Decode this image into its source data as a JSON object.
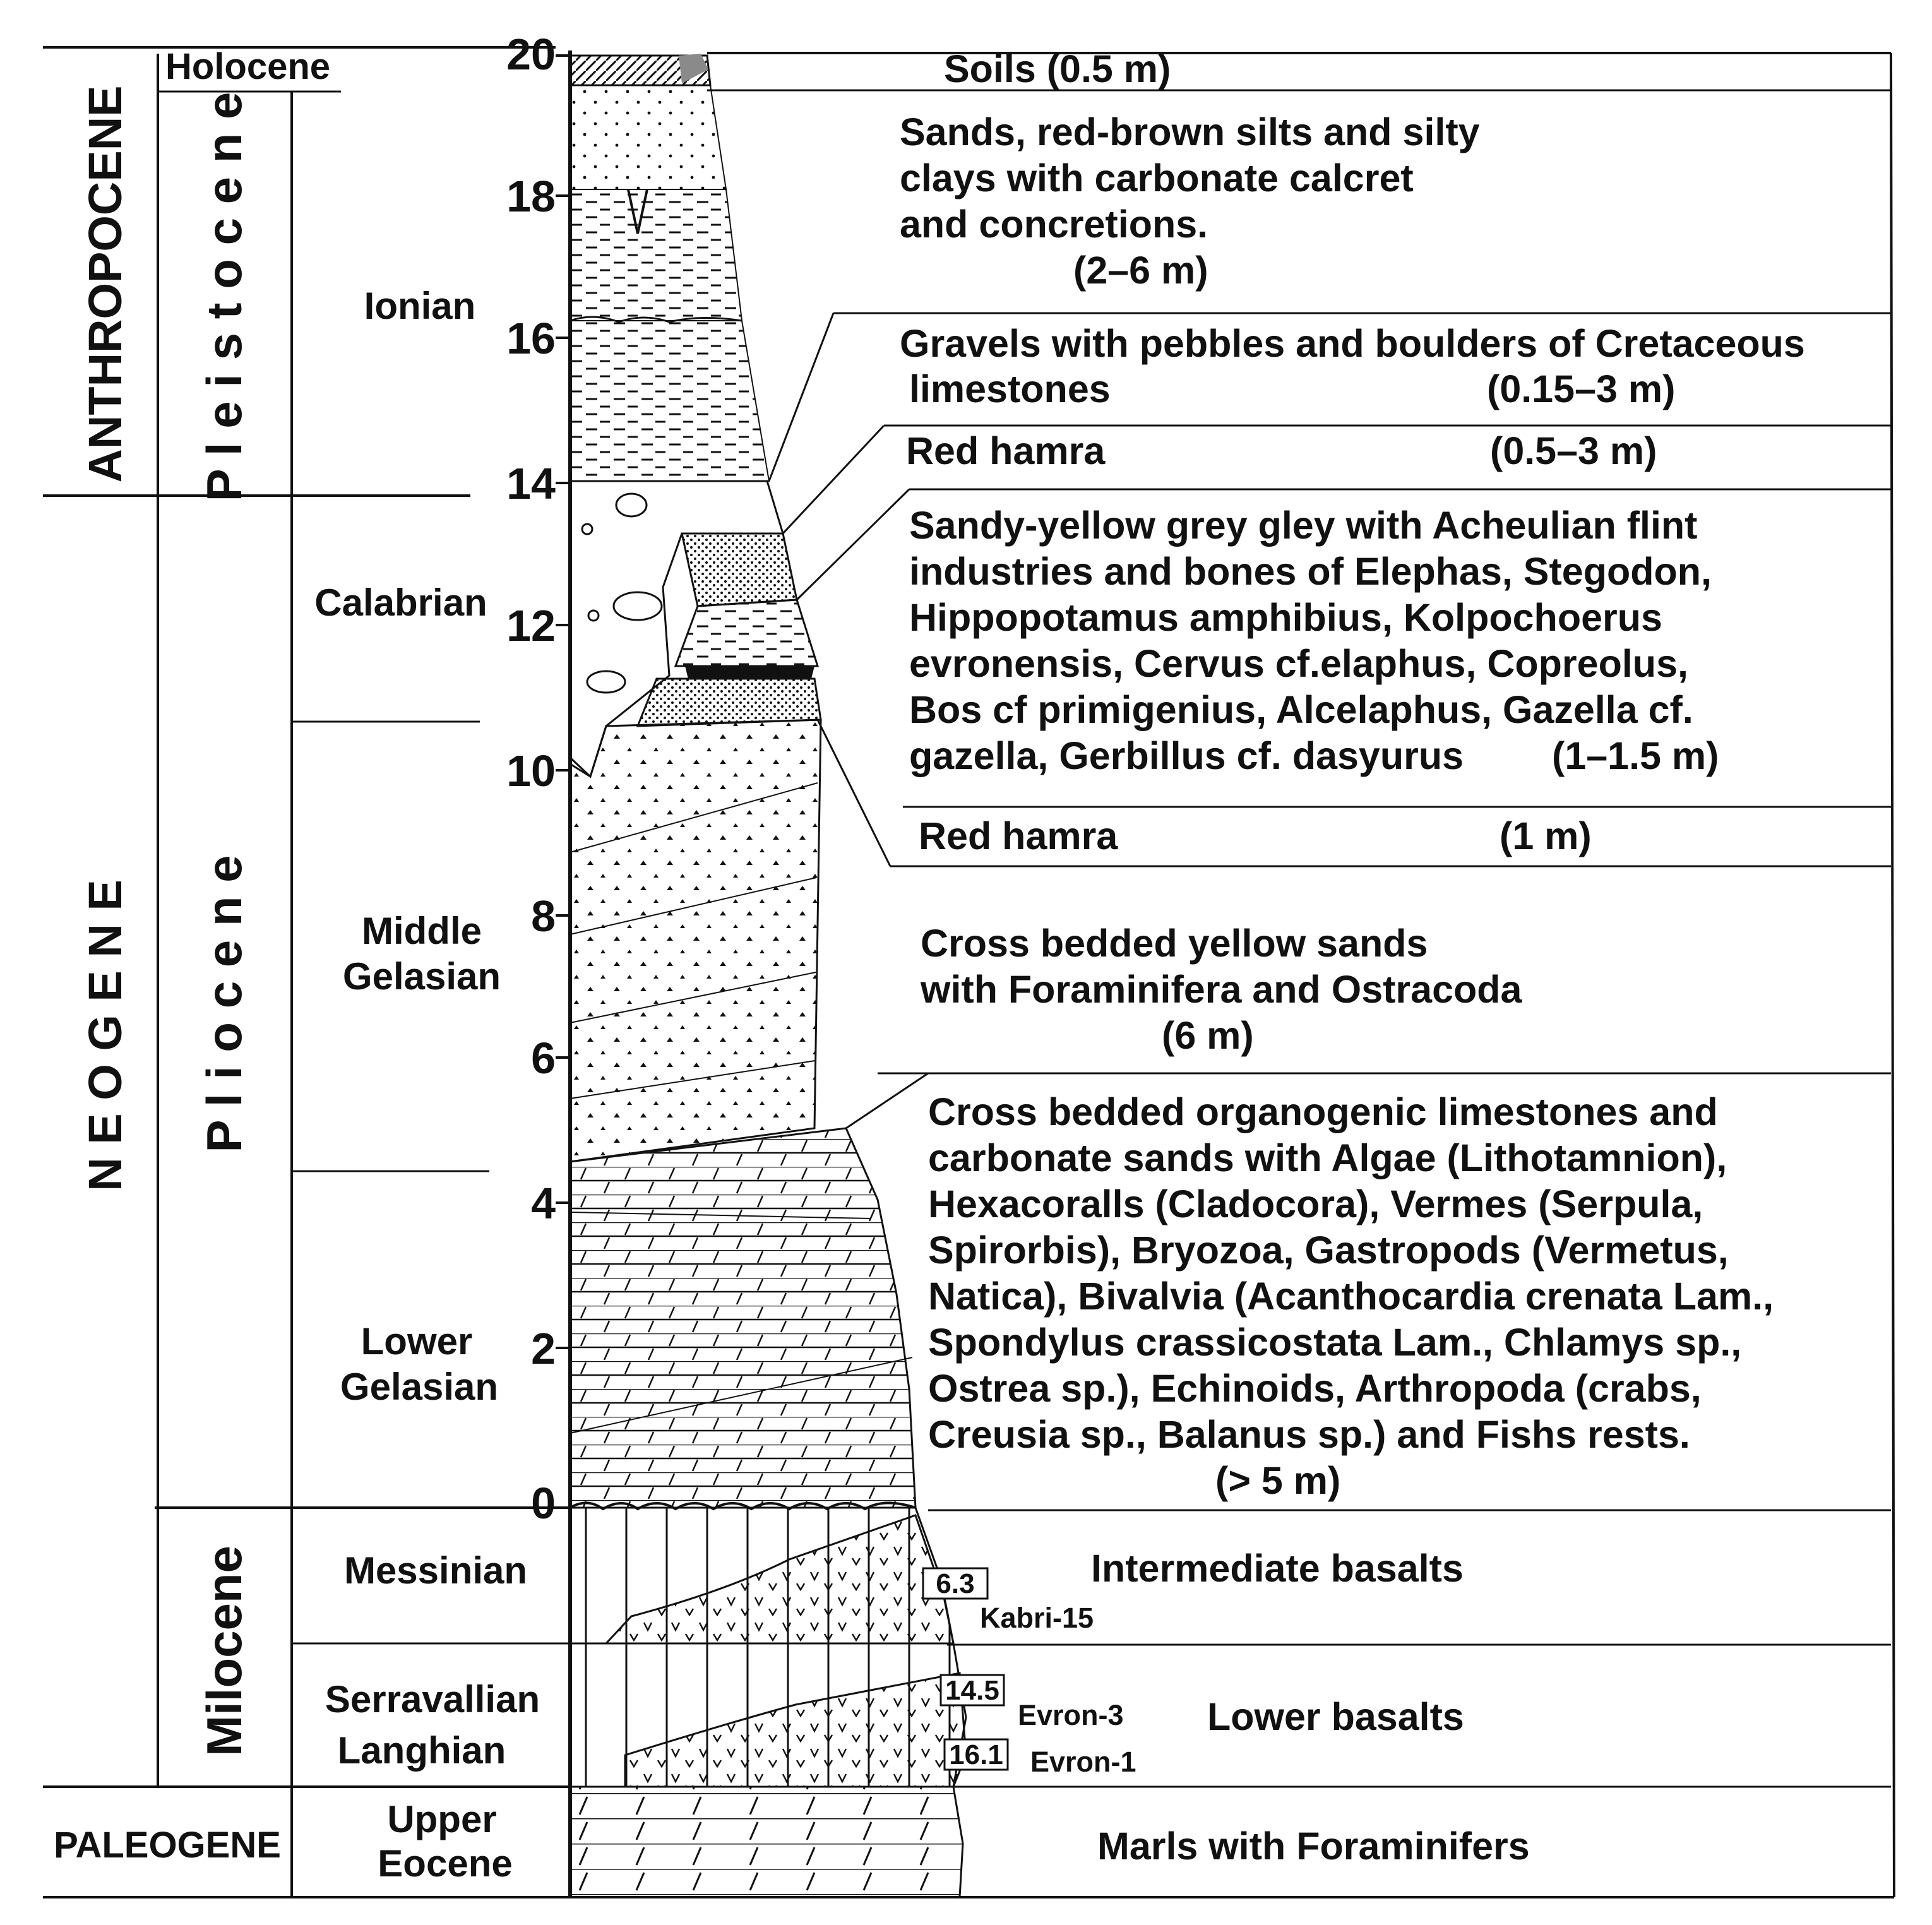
{
  "eras": {
    "anthropocene": "ANTHROPOCENE",
    "neogene": "N E O G E N E",
    "paleogene": "PALEOGENE"
  },
  "epochs": {
    "holocene": "Holocene",
    "pleistocene": "P l e i s t o c e n e",
    "pliocene": "P l i o c e n e",
    "milocene": "Milocene"
  },
  "stages": {
    "ionian": "Ionian",
    "calabrian": "Calabrian",
    "middle_gelasian": [
      "Middle",
      "Gelasian"
    ],
    "lower_gelasian": [
      "Lower",
      "Gelasian"
    ],
    "messinian": "Messinian",
    "serravallian_langhian": [
      "Serravallian",
      "Langhian"
    ],
    "upper_eocene": [
      "Upper",
      "Eocene"
    ]
  },
  "depth_ticks": [
    "20",
    "18",
    "16",
    "14",
    "12",
    "10",
    "8",
    "6",
    "4",
    "2",
    "0"
  ],
  "layers": {
    "soils": "Soils (0.5 m)",
    "sands_silts": [
      "Sands, red-brown silts and silty",
      "clays with carbonate calcret",
      "and concretions.",
      "(2–6 m)"
    ],
    "gravels": [
      "Gravels with pebbles and boulders of Cretaceous",
      "limestones",
      "(0.15–3 m)"
    ],
    "red_hamra_upper": [
      "Red hamra",
      "(0.5–3 m)"
    ],
    "gley": [
      "Sandy-yellow grey gley with Acheulian flint",
      "industries and bones of Elephas, Stegodon,",
      "Hippopotamus amphibius, Kolpochoerus",
      "evronensis, Cervus cf.elaphus, Copreolus,",
      "Bos cf primigenius, Alcelaphus, Gazella cf.",
      "gazella, Gerbillus cf. dasyurus",
      "(1–1.5 m)"
    ],
    "red_hamra_lower": [
      "Red hamra",
      "(1 m)"
    ],
    "yellow_sands": [
      "Cross bedded yellow sands",
      "with Foraminifera and Ostracoda",
      "(6 m)"
    ],
    "limestones": [
      "Cross bedded organogenic limestones and",
      "carbonate sands with Algae (Lithotamnion),",
      "Hexacoralls (Cladocora), Vermes (Serpula,",
      "Spirorbis), Bryozoa, Gastropods (Vermetus,",
      "Natica), Bivalvia (Acanthocardia crenata Lam.,",
      "Spondylus crassicostata Lam., Chlamys sp.,",
      "Ostrea sp.), Echinoids, Arthropoda (crabs,",
      "Creusia sp., Balanus sp.) and Fishs rests.",
      "(> 5 m)"
    ],
    "intermediate_basalts": "Intermediate  basalts",
    "lower_basalts": "Lower basalts",
    "marls": "Marls with Foraminifers"
  },
  "samples": [
    {
      "age": "6.3",
      "name": "Kabri-15"
    },
    {
      "age": "14.5",
      "name": "Evron-3"
    },
    {
      "age": "16.1",
      "name": "Evron-1"
    }
  ]
}
